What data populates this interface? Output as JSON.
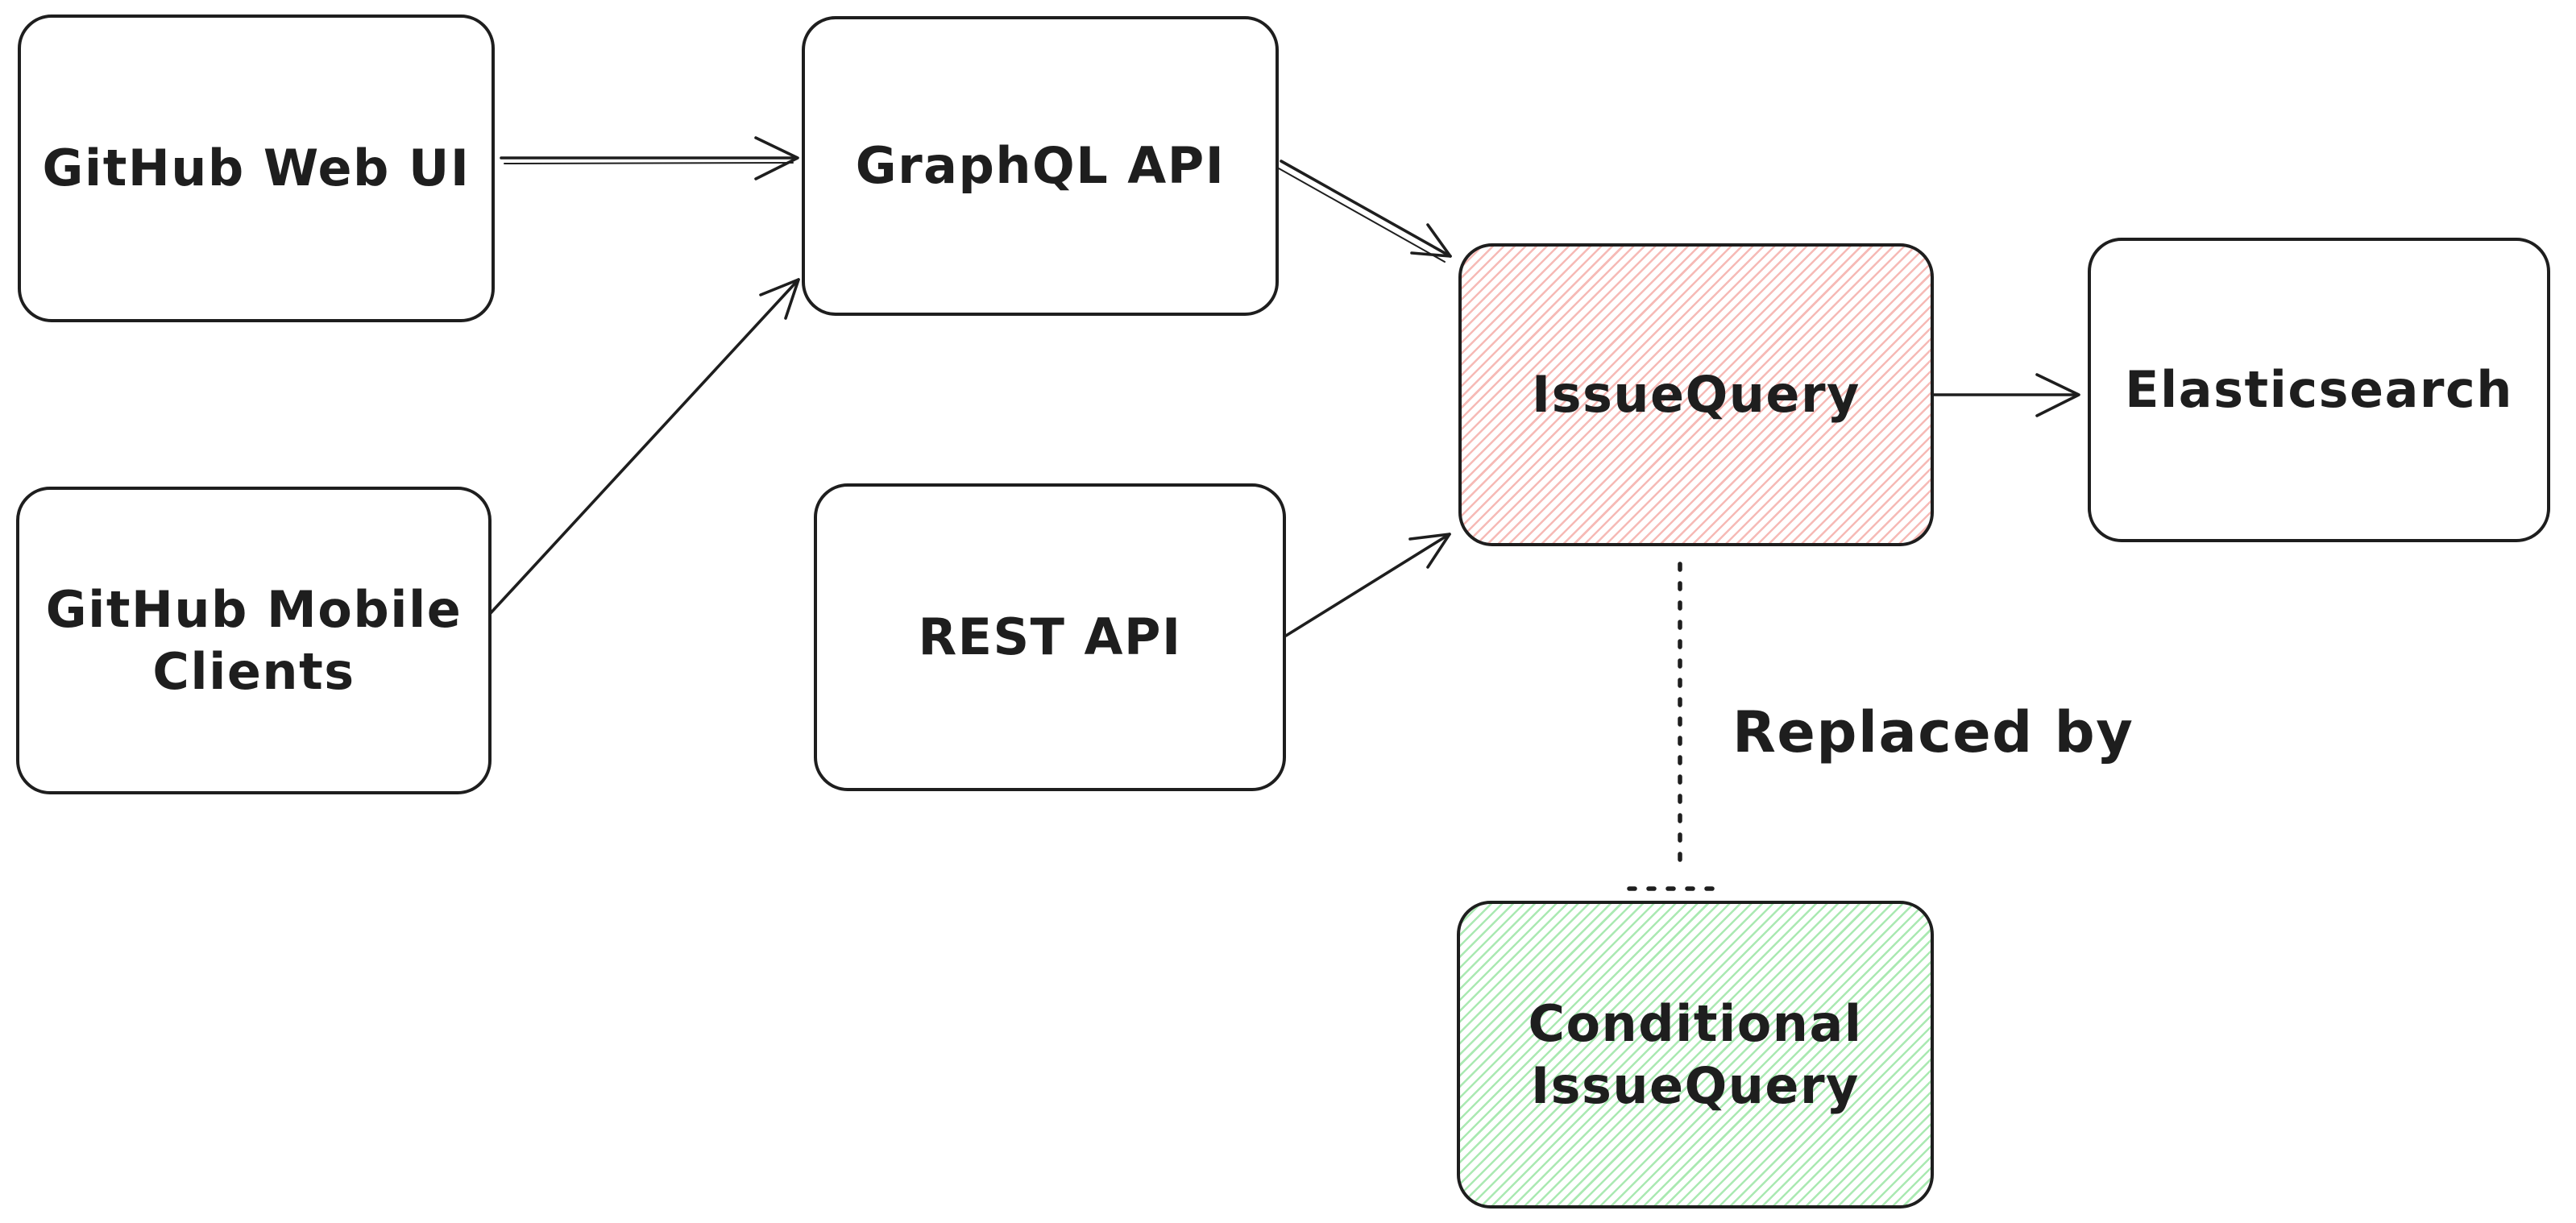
{
  "diagram": {
    "background_color": "#ffffff",
    "stroke_color": "#1e1e1e",
    "hachure_pink": "#f6bab6",
    "hachure_green": "#aae9b2",
    "nodes": [
      {
        "id": "github-web-ui",
        "label": "GitHub Web UI",
        "fill": ""
      },
      {
        "id": "github-mobile-clients",
        "label": "GitHub Mobile Clients",
        "fill": ""
      },
      {
        "id": "graphql-api",
        "label": "GraphQL API",
        "fill": ""
      },
      {
        "id": "rest-api",
        "label": "REST API",
        "fill": ""
      },
      {
        "id": "issue-query",
        "label": "IssueQuery",
        "fill": "#f6bab6"
      },
      {
        "id": "elasticsearch",
        "label": "Elasticsearch",
        "fill": ""
      },
      {
        "id": "conditional-issue-query",
        "label": "Conditional IssueQuery",
        "fill": "#aae9b2"
      }
    ],
    "edges": [
      {
        "from": "github-web-ui",
        "to": "graphql-api",
        "style": "solid-arrow",
        "label": ""
      },
      {
        "from": "github-mobile-clients",
        "to": "graphql-api",
        "style": "solid-arrow",
        "label": ""
      },
      {
        "from": "graphql-api",
        "to": "issue-query",
        "style": "solid-arrow",
        "label": ""
      },
      {
        "from": "rest-api",
        "to": "issue-query",
        "style": "solid-arrow",
        "label": ""
      },
      {
        "from": "issue-query",
        "to": "elasticsearch",
        "style": "solid-arrow",
        "label": ""
      },
      {
        "from": "issue-query",
        "to": "conditional-issue-query",
        "style": "dotted-line",
        "label": "Replaced by"
      }
    ]
  }
}
